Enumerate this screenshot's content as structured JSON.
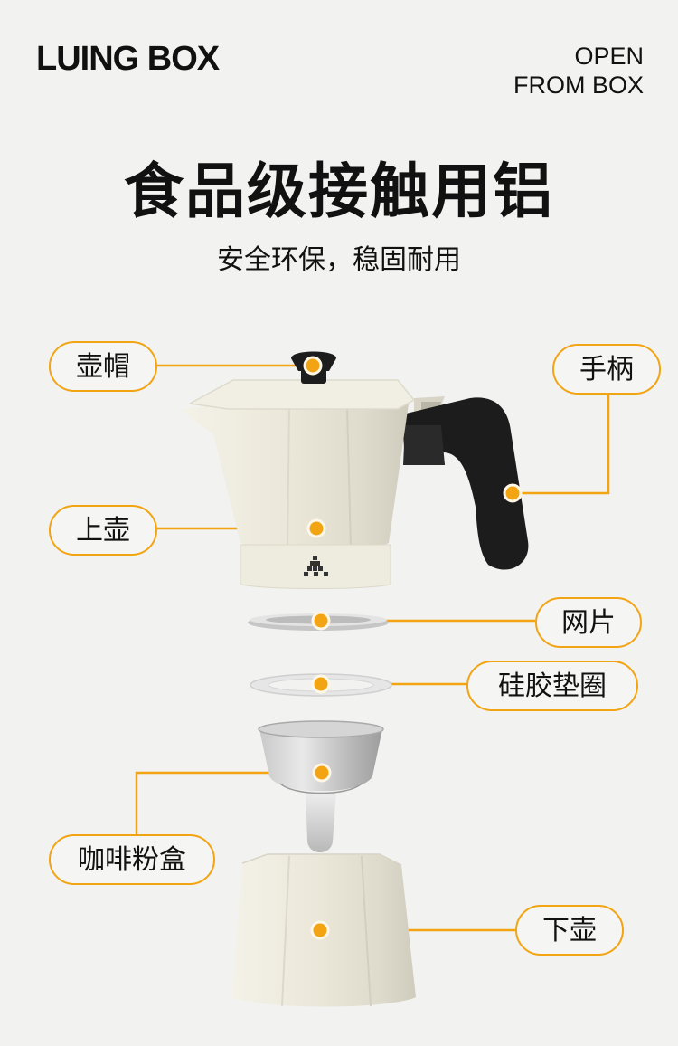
{
  "brand": {
    "name": "LUING BOX",
    "slogan_line1": "OPEN",
    "slogan_line2": "FROM BOX"
  },
  "headline": "食品级接触用铝",
  "subhead": "安全环保，稳固耐用",
  "colors": {
    "accent": "#f2a413",
    "background": "#f2f2f1",
    "pot": "#ece9dc",
    "handle": "#1a1a1a"
  },
  "labels": {
    "lid": "壶帽",
    "handle": "手柄",
    "upper_pot": "上壶",
    "filter": "网片",
    "gasket": "硅胶垫圈",
    "funnel": "咖啡粉盒",
    "lower_pot": "下壶"
  }
}
